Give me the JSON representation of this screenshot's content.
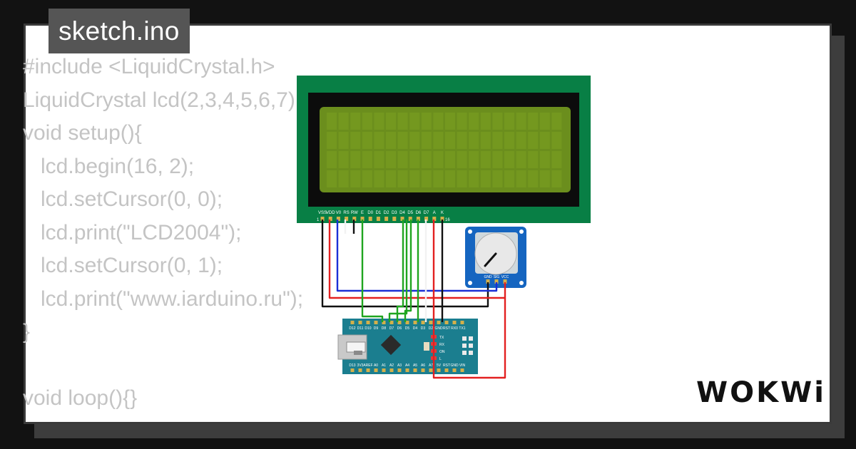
{
  "file": {
    "name": "sketch.ino"
  },
  "code": {
    "lines": [
      "#include <LiquidCrystal.h>",
      "LiquidCrystal lcd(2,3,4,5,6,7);",
      "void setup(){",
      "   lcd.begin(16, 2);",
      "   lcd.setCursor(0, 0);",
      "   lcd.print(\"LCD2004\");",
      "   lcd.setCursor(0, 1);",
      "   lcd.print(\"www.iarduino.ru\");",
      "}",
      "",
      "void loop(){}"
    ]
  },
  "lcd": {
    "pin_labels": [
      "VSS",
      "VDD",
      "V0",
      "RS",
      "RW",
      "E",
      "D0",
      "D1",
      "D2",
      "D3",
      "D4",
      "D5",
      "D6",
      "D7",
      "A",
      "K"
    ],
    "pin_first": "1",
    "pin_last": "16",
    "body_color": "#087f45",
    "screen_color": "#6b8e1d"
  },
  "potentiometer": {
    "pin_labels": [
      "GND",
      "SIG",
      "VCC"
    ],
    "body_color": "#1565c0"
  },
  "nano": {
    "top_labels": [
      "D12",
      "D11",
      "D10",
      "D9",
      "D8",
      "D7",
      "D6",
      "D5",
      "D4",
      "D3",
      "D2",
      "GND",
      "RST",
      "RX0",
      "TX1"
    ],
    "bottom_labels": [
      "D13",
      "3V3",
      "AREF",
      "A0",
      "A1",
      "A2",
      "A3",
      "A4",
      "A5",
      "A6",
      "A7",
      "5V",
      "RST",
      "GND",
      "VIN"
    ],
    "led_labels": [
      "TX",
      "RX",
      "ON",
      "L"
    ],
    "body_color": "#1b7e8f"
  },
  "brand": {
    "logo": "WOKWi"
  },
  "colors": {
    "wire_black": "#111111",
    "wire_red": "#e32020",
    "wire_blue": "#1a2fd6",
    "wire_green": "#1fa51f",
    "wire_white": "#f2f2f2",
    "code_text": "#c4c4c4"
  }
}
